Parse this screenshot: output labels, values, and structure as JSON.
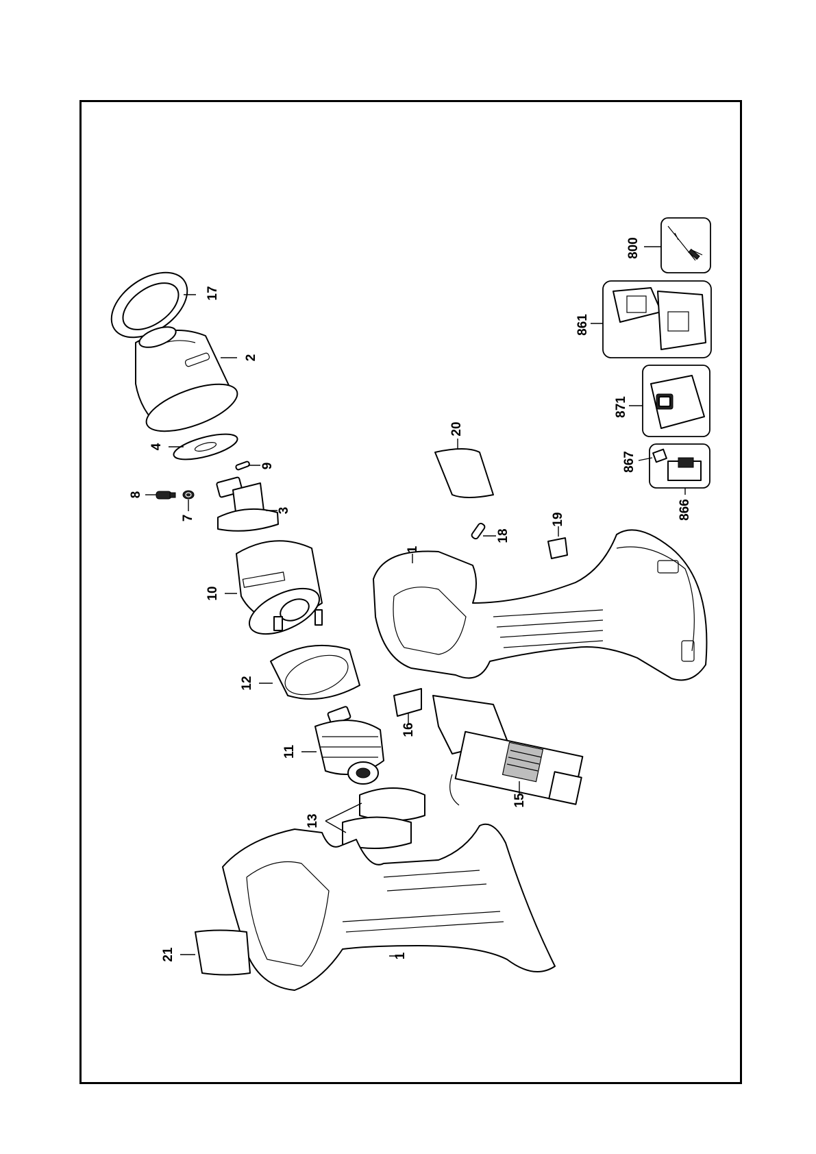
{
  "diagram": {
    "callouts": [
      {
        "id": "17",
        "label": "17"
      },
      {
        "id": "2",
        "label": "2"
      },
      {
        "id": "4",
        "label": "4"
      },
      {
        "id": "9",
        "label": "9"
      },
      {
        "id": "8",
        "label": "8"
      },
      {
        "id": "7",
        "label": "7"
      },
      {
        "id": "3",
        "label": "3"
      },
      {
        "id": "10",
        "label": "10"
      },
      {
        "id": "12",
        "label": "12"
      },
      {
        "id": "11",
        "label": "11"
      },
      {
        "id": "13",
        "label": "13"
      },
      {
        "id": "21",
        "label": "21"
      },
      {
        "id": "1a",
        "label": "1"
      },
      {
        "id": "1b",
        "label": "1"
      },
      {
        "id": "16",
        "label": "16"
      },
      {
        "id": "15",
        "label": "15"
      },
      {
        "id": "18",
        "label": "18"
      },
      {
        "id": "19",
        "label": "19"
      },
      {
        "id": "20",
        "label": "20"
      },
      {
        "id": "800",
        "label": "800"
      },
      {
        "id": "861",
        "label": "861"
      },
      {
        "id": "871",
        "label": "871"
      },
      {
        "id": "867",
        "label": "867"
      },
      {
        "id": "866",
        "label": "866"
      }
    ]
  }
}
